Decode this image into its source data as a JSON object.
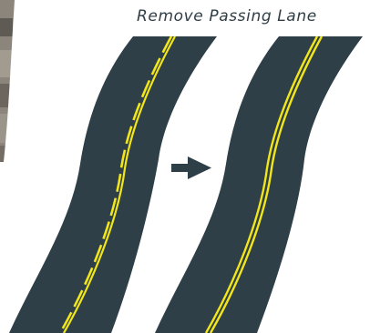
{
  "diagram": {
    "title": "Remove Passing Lane",
    "panels": [
      {
        "id": "before",
        "center_line": "dashed yellow line beside solid yellow line"
      },
      {
        "id": "after",
        "center_line": "double solid yellow lines"
      }
    ],
    "arrow": "right-arrow-icon"
  },
  "colors": {
    "road": "#2e3f47",
    "line": "#f2e61b",
    "arrow": "#2e3f47",
    "text": "#2f3e46",
    "background": "#ffffff"
  }
}
